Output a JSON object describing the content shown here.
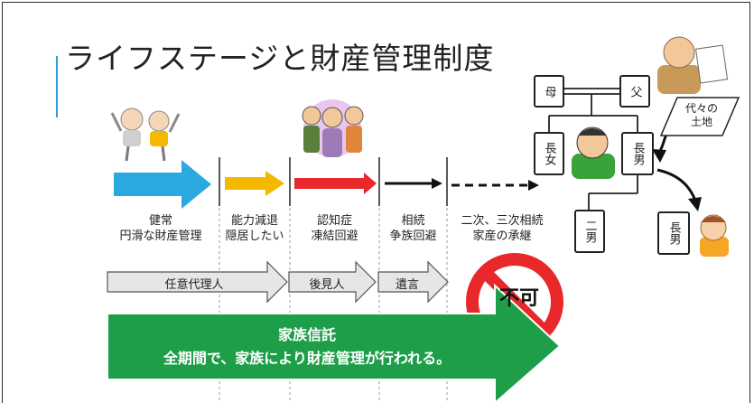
{
  "slide": {
    "title": "ライフステージと財産管理制度"
  },
  "stages": [
    {
      "line1": "健常",
      "line2": "円滑な財産管理"
    },
    {
      "line1": "能力減退",
      "line2": "隠居したい"
    },
    {
      "line1": "認知症",
      "line2": "凍結回避"
    },
    {
      "line1": "相続",
      "line2": "争族回避"
    },
    {
      "line1": "二次、三次相続",
      "line2": "家産の承継"
    }
  ],
  "systems": {
    "voluntary_guardian": "任意代理人",
    "adult_guardian": "後見人",
    "will": "遺言",
    "not_possible": "不可"
  },
  "trust": {
    "title": "家族信託",
    "subtitle": "全期間で、家族により財産管理が行われる。"
  },
  "family": {
    "mother": "母",
    "father": "父",
    "eldest_daughter": "長女",
    "eldest_son": "長男",
    "second_son": "二男",
    "grandson": "長男",
    "land_note_line1": "代々の",
    "land_note_line2": "土地"
  },
  "colors": {
    "stage1_arrow": "#29a9e0",
    "stage2_arrow": "#f5b800",
    "stage3_arrow": "#e8282b",
    "trust_arrow": "#1f9e4a",
    "system_arrow": "#e6e6e6",
    "prohibit_sign": "#e8282b"
  }
}
